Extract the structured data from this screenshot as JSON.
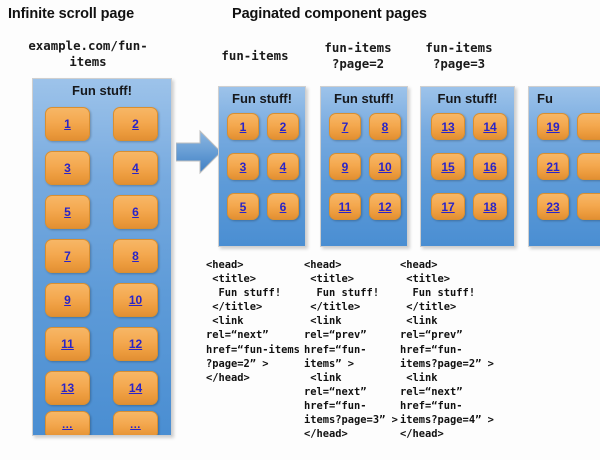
{
  "headings": {
    "left": "Infinite scroll page",
    "right": "Paginated component pages"
  },
  "infinite_scroll": {
    "url_label": "example.com/fun-\nitems",
    "panel_title": "Fun stuff!",
    "items": [
      "1",
      "2",
      "3",
      "4",
      "5",
      "6",
      "7",
      "8",
      "9",
      "10",
      "11",
      "12",
      "13",
      "14",
      "...",
      "..."
    ]
  },
  "arrow": {
    "icon": "right-arrow-icon",
    "color": "#5b93d1"
  },
  "paginated_pages": [
    {
      "url_label": "fun-items",
      "panel_title": "Fun stuff!",
      "items": [
        "1",
        "2",
        "3",
        "4",
        "5",
        "6"
      ],
      "code": "<head>\n <title>\n  Fun stuff!\n </title>\n <link\nrel=“next”\nhref=“fun-items\n?page=2” >\n</head>"
    },
    {
      "url_label": "fun-items\n?page=2",
      "panel_title": "Fun stuff!",
      "items": [
        "7",
        "8",
        "9",
        "10",
        "11",
        "12"
      ],
      "code": "<head>\n <title>\n  Fun stuff!\n </title>\n <link\nrel=“prev”\nhref=“fun-\nitems” >\n <link\nrel=“next”\nhref=“fun-\nitems?page=3” >\n</head>"
    },
    {
      "url_label": "fun-items\n?page=3",
      "panel_title": "Fun stuff!",
      "items": [
        "13",
        "14",
        "15",
        "16",
        "17",
        "18"
      ],
      "code": "<head>\n <title>\n  Fun stuff!\n </title>\n <link\nrel=“prev”\nhref=“fun-\nitems?page=2” >\n <link\nrel=“next”\nhref=“fun-\nitems?page=4” >\n</head>"
    },
    {
      "url_label": "",
      "panel_title": "Fu",
      "items": [
        "19",
        "21",
        "23"
      ],
      "code": ""
    }
  ],
  "colors": {
    "panel_blue_top": "#9dc3ea",
    "panel_blue_bottom": "#4a8ed2",
    "tile_orange": "#f2a44a",
    "link_blue": "#2a24c8",
    "arrow_blue": "#5b93d1",
    "text_black": "#111111"
  }
}
